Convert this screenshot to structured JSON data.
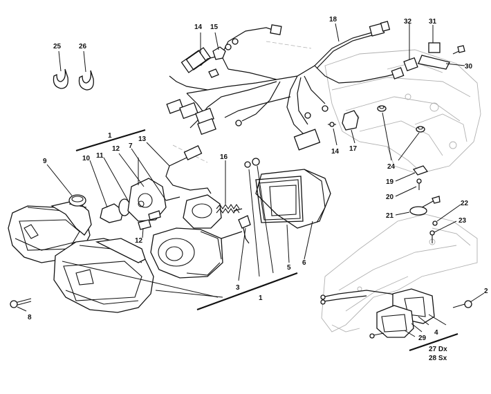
{
  "labels": {
    "l1_top": "1",
    "l1_bottom": "1",
    "l2": "2",
    "l3": "3",
    "l4": "4",
    "l5": "5",
    "l6": "6",
    "l7": "7",
    "l8": "8",
    "l9": "9",
    "l10": "10",
    "l11": "11",
    "l12_top": "12",
    "l12_bottom": "12",
    "l13": "13",
    "l14_top": "14",
    "l14_mid": "14",
    "l15": "15",
    "l16": "16",
    "l17": "17",
    "l18": "18",
    "l19": "19",
    "l20": "20",
    "l21": "21",
    "l22": "22",
    "l23": "23",
    "l24": "24",
    "l25": "25",
    "l26": "26",
    "l27": "27 Dx",
    "l28": "28 Sx",
    "l29": "29",
    "l30": "30",
    "l31": "31",
    "l32": "32"
  }
}
